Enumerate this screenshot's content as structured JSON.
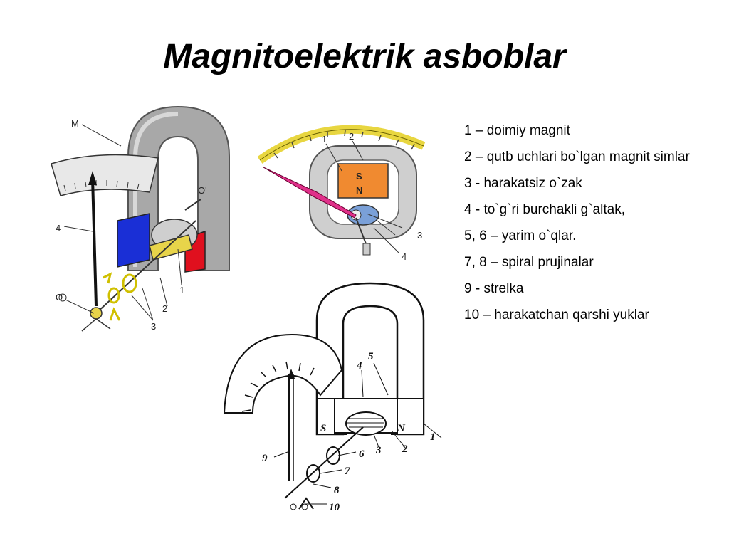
{
  "slide": {
    "title": "Magnitoelektrik asboblar",
    "legend": [
      "1 – doimiy magnit",
      "2 – qutb uchlari bo`lgan magnit simlar",
      "3 -  harakatsiz o`zak",
      "4 -  to`g`ri burchakli g`altak,",
      "5, 6 – yarim o`qlar.",
      "7, 8 – spiral prujinalar",
      " 9 - strelka",
      " 10 – harakatchan qarshi yuklar"
    ]
  },
  "figure_left": {
    "labels": [
      "M",
      "O'",
      "4",
      "1",
      "2",
      "3",
      "O"
    ]
  },
  "figure_top": {
    "labels": [
      "1",
      "2",
      "S",
      "N",
      "3",
      "4"
    ]
  },
  "figure_bottom": {
    "labels": [
      "S",
      "N",
      "5",
      "4",
      "1",
      "2",
      "3",
      "6",
      "7",
      "8",
      "9",
      "10"
    ]
  },
  "colors": {
    "magnet_grey": "#9a9a9a",
    "pole_blue": "#1a2fd6",
    "pole_red": "#e0101e",
    "coil_yellow": "#e8d44a",
    "scale_yellow": "#e8d640",
    "core_orange": "#f08a30",
    "pointer_pink": "#e0308a"
  }
}
